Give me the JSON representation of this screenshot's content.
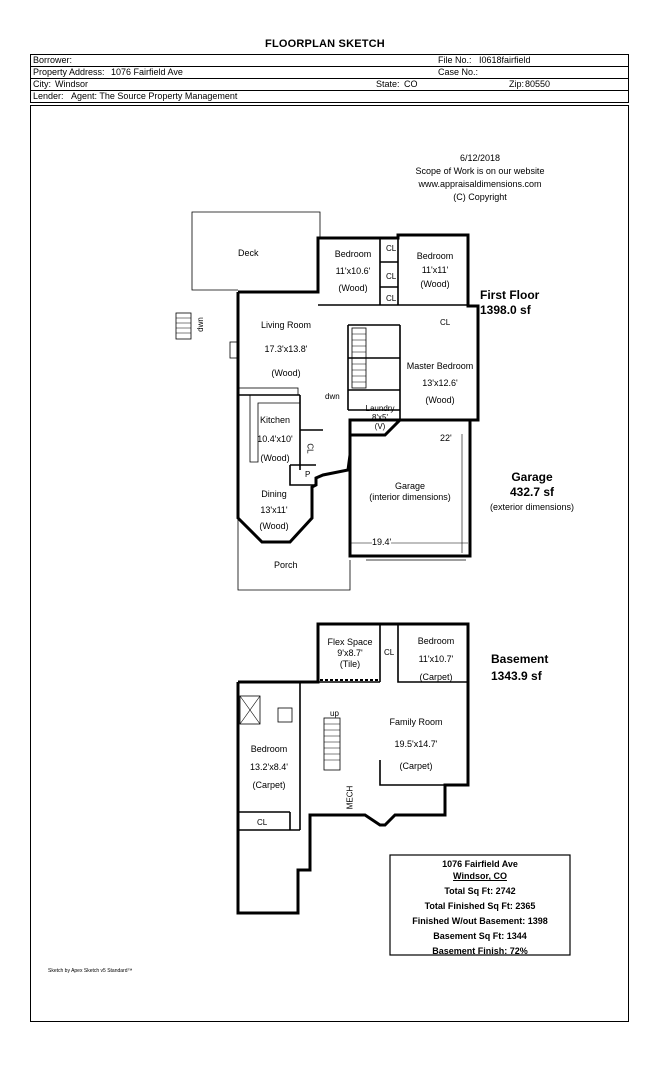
{
  "header": {
    "title": "FLOORPLAN SKETCH",
    "borrower_label": "Borrower:",
    "file_no_label": "File No.:",
    "file_no": "I0618fairfield",
    "property_address_label": "Property Address:",
    "property_address": "1076 Fairfield Ave",
    "case_no_label": "Case No.:",
    "city_label": "City:",
    "city": "Windsor",
    "state_label": "State:",
    "state": "CO",
    "zip_label": "Zip:",
    "zip": "80550",
    "lender_label": "Lender:",
    "lender": "Agent:  The Source Property Management"
  },
  "notes": {
    "date": "6/12/2018",
    "line1": "Scope of Work is on our website",
    "line2": "www.appraisaldimensions.com",
    "line3": "(C) Copyright"
  },
  "first_floor": {
    "title": "First Floor",
    "area": "1398.0 sf",
    "rooms": [
      {
        "name": "Deck"
      },
      {
        "name": "Bedroom",
        "size": "11'x10.6'",
        "floor": "(Wood)"
      },
      {
        "name": "Bedroom",
        "size": "11'x11'",
        "floor": "(Wood)"
      },
      {
        "name": "Living Room",
        "size": "17.3'x13.8'",
        "floor": "(Wood)"
      },
      {
        "name": "Master Bedroom",
        "size": "13'x12.6'",
        "floor": "(Wood)"
      },
      {
        "name": "Kitchen",
        "size": "10.4'x10'",
        "floor": "(Wood)"
      },
      {
        "name": "Laundry",
        "size": "8'x5'",
        "floor": "(V)"
      },
      {
        "name": "Dining",
        "size": "13'x11'",
        "floor": "(Wood)"
      },
      {
        "name": "Porch"
      }
    ],
    "labels": {
      "dwn1": "dwn",
      "dwn2": "dwn",
      "cl": "CL",
      "p": "P"
    }
  },
  "garage": {
    "title": "Garage",
    "area": "432.7 sf",
    "note": "(exterior dimensions)",
    "room_name": "Garage",
    "room_note": "(interior dimensions)",
    "dim_width": "19.4'",
    "dim_depth": "22'"
  },
  "basement": {
    "title": "Basement",
    "area": "1343.9 sf",
    "rooms": [
      {
        "name": "Flex Space",
        "size": "9'x8.7'",
        "floor": "(Tile)"
      },
      {
        "name": "Bedroom",
        "size": "11'x10.7'",
        "floor": "(Carpet)"
      },
      {
        "name": "Family Room",
        "size": "19.5'x14.7'",
        "floor": "(Carpet)"
      },
      {
        "name": "Bedroom",
        "size": "13.2'x8.4'",
        "floor": "(Carpet)"
      }
    ],
    "labels": {
      "up": "up",
      "mech": "MECH",
      "cl": "CL"
    }
  },
  "summary": {
    "address1": "1076 Fairfield Ave",
    "address2": "Windsor, CO",
    "rows": [
      "Total Sq Ft:  2742",
      "Total Finished Sq Ft:  2365",
      "Finished W/out Basement:  1398",
      "Basement Sq Ft:  1344",
      "Basement Finish:  72%"
    ]
  },
  "footer": {
    "software": "Sketch by Apex Sketch v5 Standard™"
  }
}
